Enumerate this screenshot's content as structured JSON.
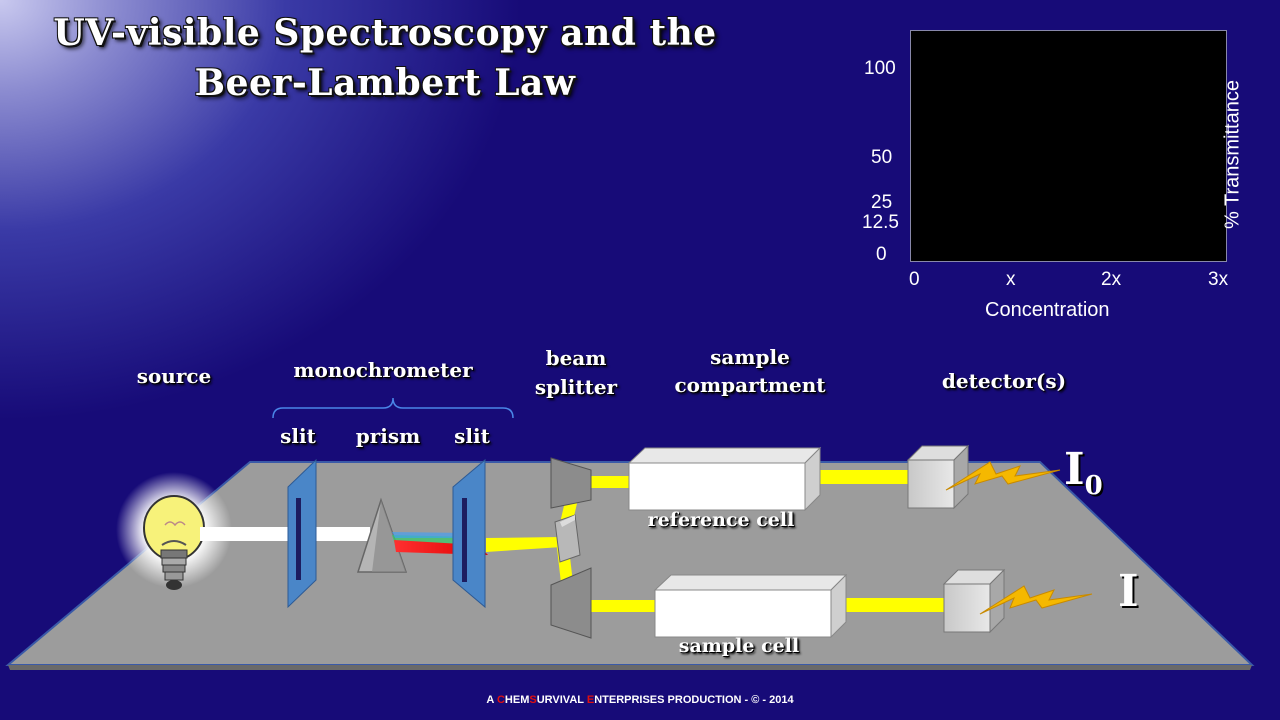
{
  "title": {
    "line1": "UV-visible Spectroscopy and the",
    "line2": "Beer-Lambert Law"
  },
  "plot": {
    "y_ticks": [
      "100",
      "50",
      "25",
      "12.5",
      "0"
    ],
    "x_ticks": [
      "0",
      "x",
      "2x",
      "3x"
    ],
    "x_label": "Concentration",
    "y_label": "% Transmittance"
  },
  "labels": {
    "source": "source",
    "monochrometer": "monochrometer",
    "slit_left": "slit",
    "prism": "prism",
    "slit_right": "slit",
    "beam_splitter_1": "beam",
    "beam_splitter_2": "splitter",
    "sample_compartment_1": "sample",
    "sample_compartment_2": "compartment",
    "detectors": "detector(s)",
    "reference_cell": "reference cell",
    "sample_cell": "sample cell",
    "I0_main": "I",
    "I0_sub": "0",
    "I": "I"
  },
  "footer": {
    "a": "A ",
    "c": "C",
    "hem": "HEM",
    "s": "S",
    "urvival": "URVIVAL ",
    "e": "E",
    "rest": "NTERPRISES PRODUCTION - © - 2014"
  },
  "colors": {
    "background": "#170b78",
    "beam_white": "#ffffff",
    "beam_yellow": "#ffff00",
    "beam_red": "#ff1a1a",
    "platform": "#9a9a9a",
    "slit_blue": "#4a86c8",
    "lightning": "#f5b800"
  }
}
